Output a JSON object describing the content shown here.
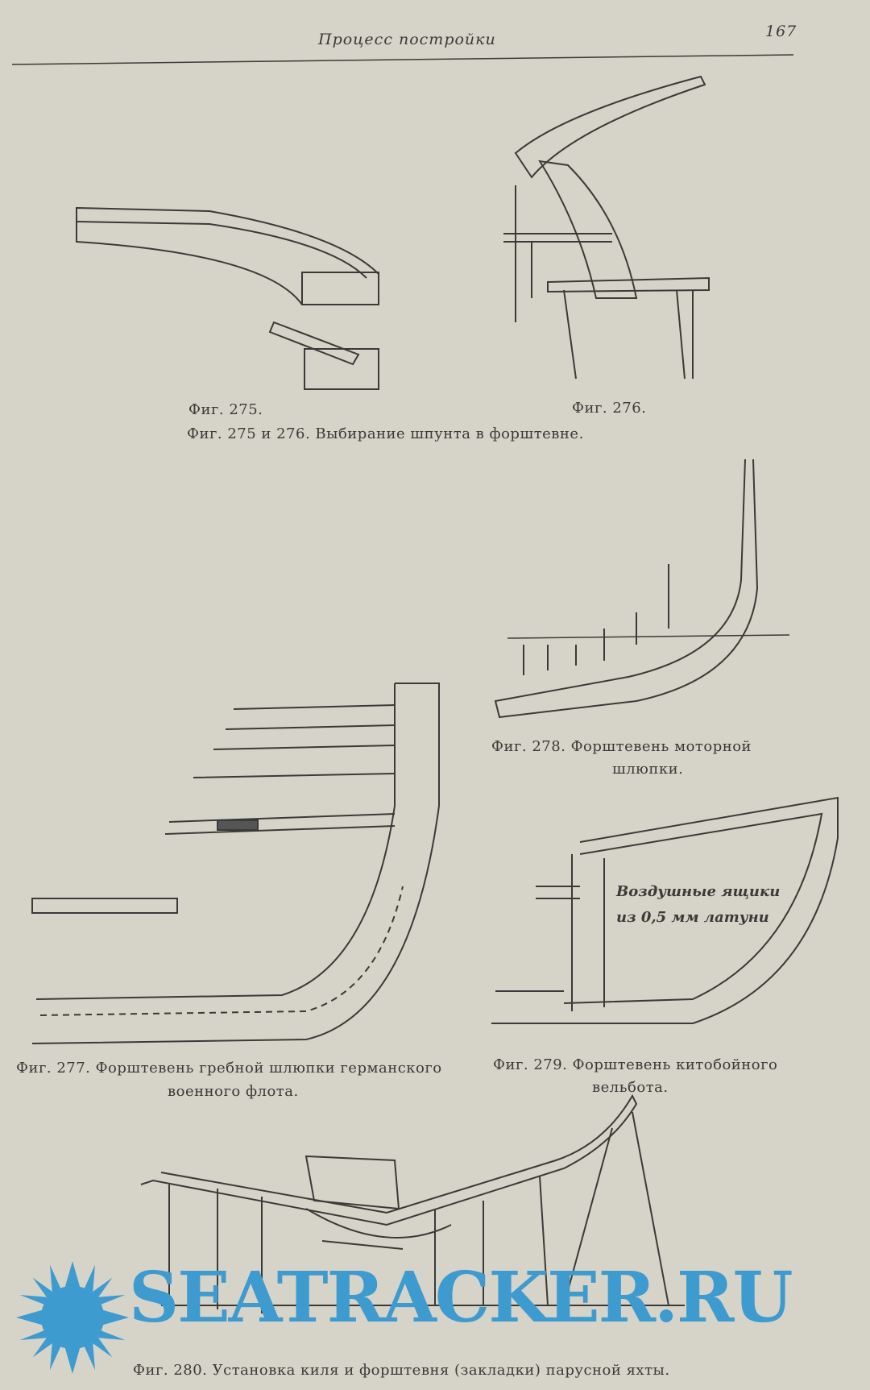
{
  "header": {
    "running_title": "Процесс постройки",
    "page_number": "167"
  },
  "figures": {
    "fig275_label": "Фиг. 275.",
    "fig276_label": "Фиг. 276.",
    "fig275_276_caption": "Фиг. 275 и 276. Выбирание шпунта в форштевне.",
    "fig278_caption_line1": "Фиг.   278.   Форштевень   моторной",
    "fig278_caption_line2": "шлюпки.",
    "fig277_caption_line1": "Фиг. 277. Форштевень гребной шлюпки германского",
    "fig277_caption_line2": "военного флота.",
    "fig279_caption_line1": "Фиг. 279. Форштевень китобойного",
    "fig279_caption_line2": "вельбота.",
    "fig279_annotation_line1": "Воздушные ящики",
    "fig279_annotation_line2": "из 0,5 мм латуни",
    "fig280_caption": "Фиг. 280. Установка киля и форштевня (закладки) парусной яхты."
  },
  "watermark": {
    "text": "SEATRACKER.RU",
    "color": "#3d9bd0"
  }
}
